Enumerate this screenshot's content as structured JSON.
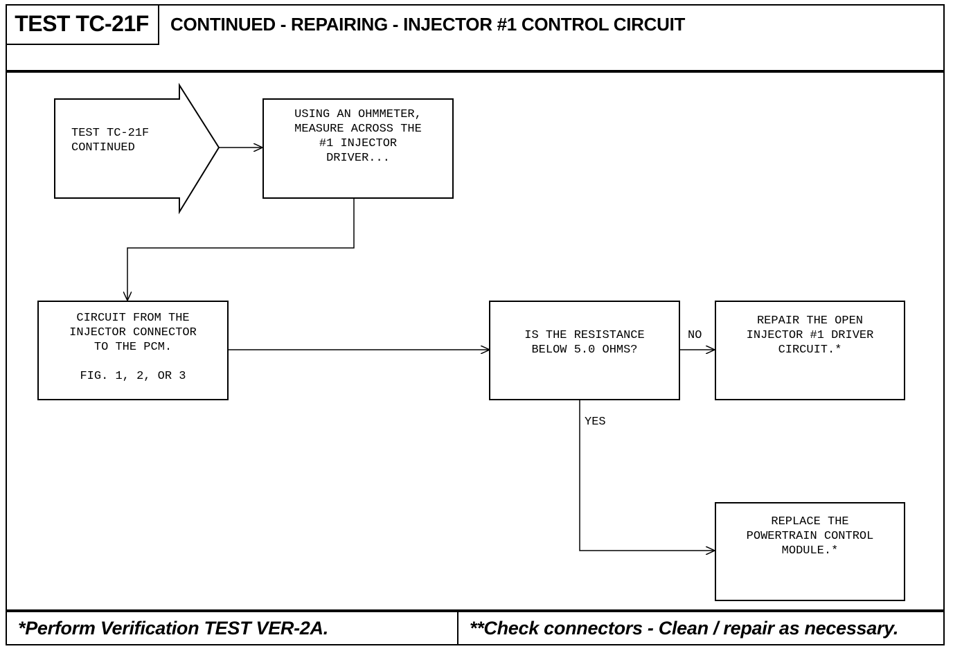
{
  "header": {
    "test_id": "TEST TC-21F",
    "title": "CONTINUED - REPAIRING - INJECTOR #1 CONTROL CIRCUIT"
  },
  "flow": {
    "start_arrow": "TEST TC-21F\nCONTINUED",
    "measure_box": "USING AN OHMMETER,\nMEASURE ACROSS THE\n#1 INJECTOR\nDRIVER...",
    "circuit_box": "CIRCUIT FROM THE\nINJECTOR CONNECTOR\nTO THE PCM.\n\nFIG. 1, 2, OR 3",
    "decision_box": "IS THE RESISTANCE\nBELOW 5.0 OHMS?",
    "no_label": "NO",
    "yes_label": "YES",
    "repair_box": "REPAIR THE OPEN\nINJECTOR #1 DRIVER\nCIRCUIT.*",
    "replace_box": "REPLACE THE\nPOWERTRAIN CONTROL\nMODULE.*"
  },
  "footer": {
    "left_note": "*Perform Verification TEST VER-2A.",
    "right_note": "**Check connectors - Clean / repair as necessary."
  }
}
